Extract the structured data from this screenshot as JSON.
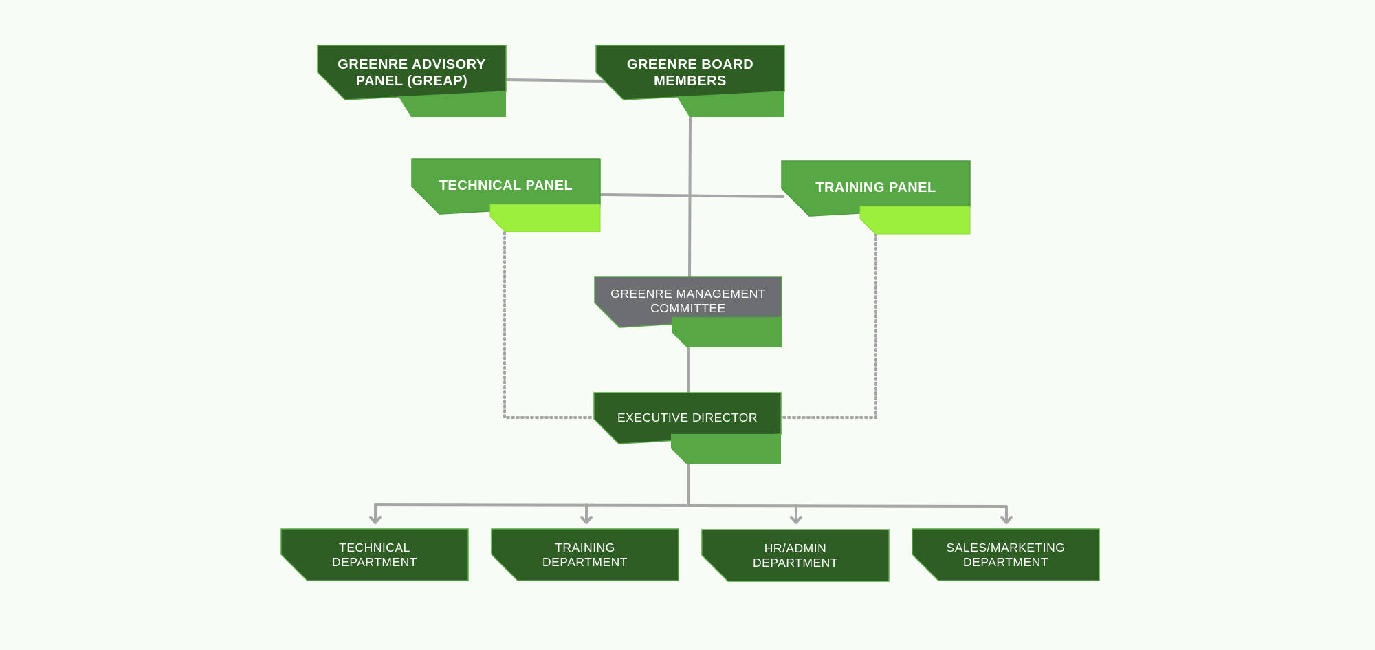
{
  "colors": {
    "background": "#f7fcf5",
    "dark_green": "#2e5e24",
    "medium_green": "#57a845",
    "lime_green": "#9cef3c",
    "gray": "#6d6e71",
    "connector": "#a6a6a6"
  },
  "nodes": {
    "advisory_panel": {
      "label": "GREENRE ADVISORY PANEL (GREAP)"
    },
    "board_members": {
      "label": "GREENRE BOARD MEMBERS"
    },
    "technical_panel": {
      "label": "TECHNICAL PANEL"
    },
    "training_panel": {
      "label": "TRAINING PANEL"
    },
    "management_committee": {
      "label": "GREENRE MANAGEMENT COMMITTEE"
    },
    "executive_director": {
      "label": "EXECUTIVE DIRECTOR"
    },
    "technical_department": {
      "label": "TECHNICAL DEPARTMENT"
    },
    "training_department": {
      "label": "TRAINING DEPARTMENT"
    },
    "hr_admin_department": {
      "label": "HR/ADMIN DEPARTMENT"
    },
    "sales_marketing_department": {
      "label": "SALES/MARKETING DEPARTMENT"
    }
  },
  "edges": [
    {
      "from": "advisory_panel",
      "to": "board_members",
      "style": "solid"
    },
    {
      "from": "board_members",
      "to": "management_committee",
      "style": "solid"
    },
    {
      "from": "technical_panel",
      "to": "training_panel",
      "style": "solid"
    },
    {
      "from": "management_committee",
      "to": "executive_director",
      "style": "solid"
    },
    {
      "from": "technical_panel",
      "to": "executive_director",
      "style": "dotted"
    },
    {
      "from": "training_panel",
      "to": "executive_director",
      "style": "dotted"
    },
    {
      "from": "executive_director",
      "to": "technical_department",
      "style": "arrow"
    },
    {
      "from": "executive_director",
      "to": "training_department",
      "style": "arrow"
    },
    {
      "from": "executive_director",
      "to": "hr_admin_department",
      "style": "arrow"
    },
    {
      "from": "executive_director",
      "to": "sales_marketing_department",
      "style": "arrow"
    }
  ]
}
